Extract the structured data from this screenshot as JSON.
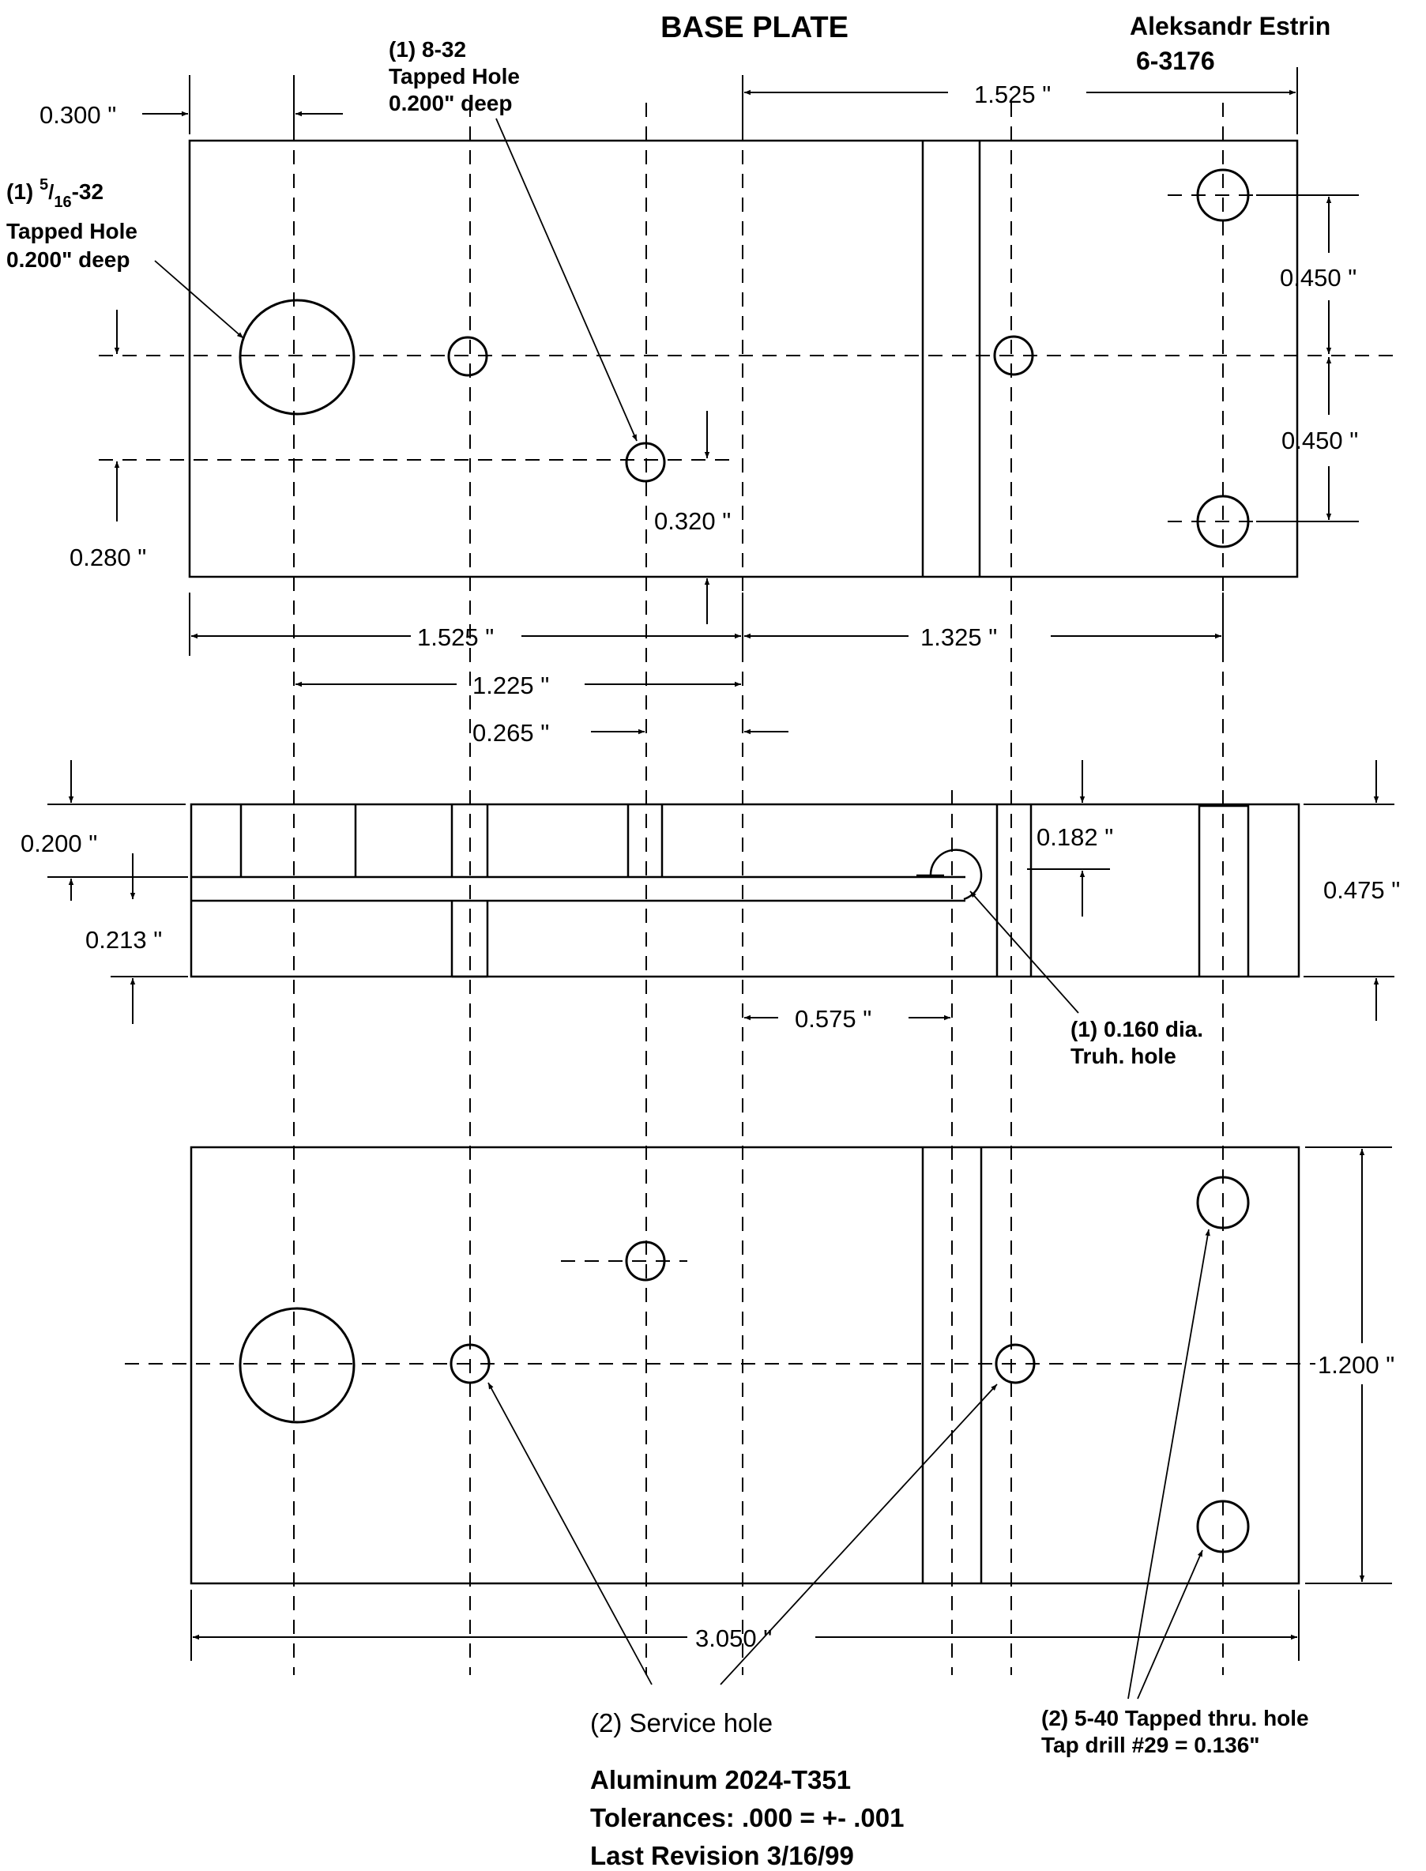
{
  "title": "BASE PLATE",
  "author": {
    "name": "Aleksandr Estrin",
    "number": "6-3176"
  },
  "notes": {
    "tap_832": [
      "(1) 8-32",
      "Tapped Hole",
      "0.200\" deep"
    ],
    "tap_516": {
      "prefix": "(1) ",
      "num": "5",
      "den": "16",
      "suffix": "-32",
      "line2": "Tapped Hole",
      "line3": "0.200\" deep"
    },
    "thru_hole": [
      "(1) 0.160 dia.",
      "Truh. hole"
    ],
    "service_hole": "(2) Service hole",
    "tapped_540": [
      "(2) 5-40 Tapped thru. hole",
      "Tap drill #29 = 0.136\""
    ]
  },
  "dimensions": {
    "d_0300": "0.300 \"",
    "d_1525_top": "1.525 \"",
    "d_0450_a": "0.450 \"",
    "d_0450_b": "0.450 \"",
    "d_0280": "0.280 \"",
    "d_0320": "0.320 \"",
    "d_1525_bot": "1.525 \"",
    "d_1325": "1.325 \"",
    "d_1225": "1.225 \"",
    "d_0265": "0.265 \"",
    "d_0200": "0.200 \"",
    "d_0213": "0.213 \"",
    "d_0182": "0.182 \"",
    "d_0475": "0.475 \"",
    "d_0575": "0.575 \"",
    "d_1200": "1.200 \"",
    "d_3050": "3.050 \""
  },
  "footer": [
    "Aluminum 2024-T351",
    "Tolerances: .000 = +- .001",
    "Last Revision 3/16/99"
  ]
}
